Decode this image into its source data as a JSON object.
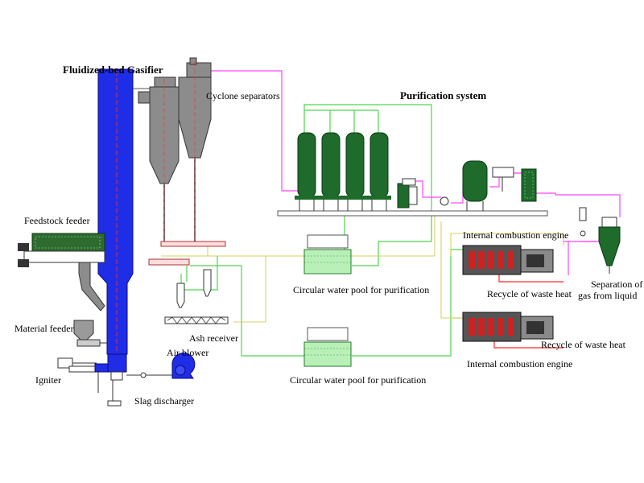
{
  "colors": {
    "gasifier_blue": "#1f2de6",
    "cyclone_gray": "#8c8c8c",
    "vessel_green": "#1e6b2c",
    "pipe_green": "#4cd64c",
    "gas_magenta": "#ff44ff",
    "waste_heat_red": "#ff2a2a",
    "pipe_yellow": "#d8d060",
    "pool_green": "#b8f0b8"
  },
  "labels": {
    "gasifier_title": "Fluidized-bed Gasifier",
    "cyclone_separators": "Cyclone separators",
    "purification_system": "Purification system",
    "feedstock_feeder": "Feedstock feeder",
    "material_feeder": "Material feeder",
    "igniter": "Igniter",
    "air_blower": "Air blower",
    "slag_discharger": "Slag discharger",
    "ash_receiver": "Ash receiver",
    "pool_upper": "Circular  water pool for purification",
    "pool_lower": "Circular water pool for purification",
    "engine_upper": "Internal combustion engine",
    "engine_lower": "Internal combustion engine",
    "waste_heat_upper": "Recycle of waste heat",
    "waste_heat_lower": "Recycle of waste heat",
    "separation_line1": "Separation of",
    "separation_line2": "gas from liquid"
  },
  "icons": {
    "gasifier": "gasifier-vessel-icon",
    "cyclone": "cyclone-separator-icon",
    "scrubber": "scrubber-tower-icon",
    "pool": "water-pool-icon",
    "engine": "engine-icon",
    "blower": "blower-fan-icon",
    "hopper": "hopper-icon",
    "tank": "gas-tank-icon"
  }
}
